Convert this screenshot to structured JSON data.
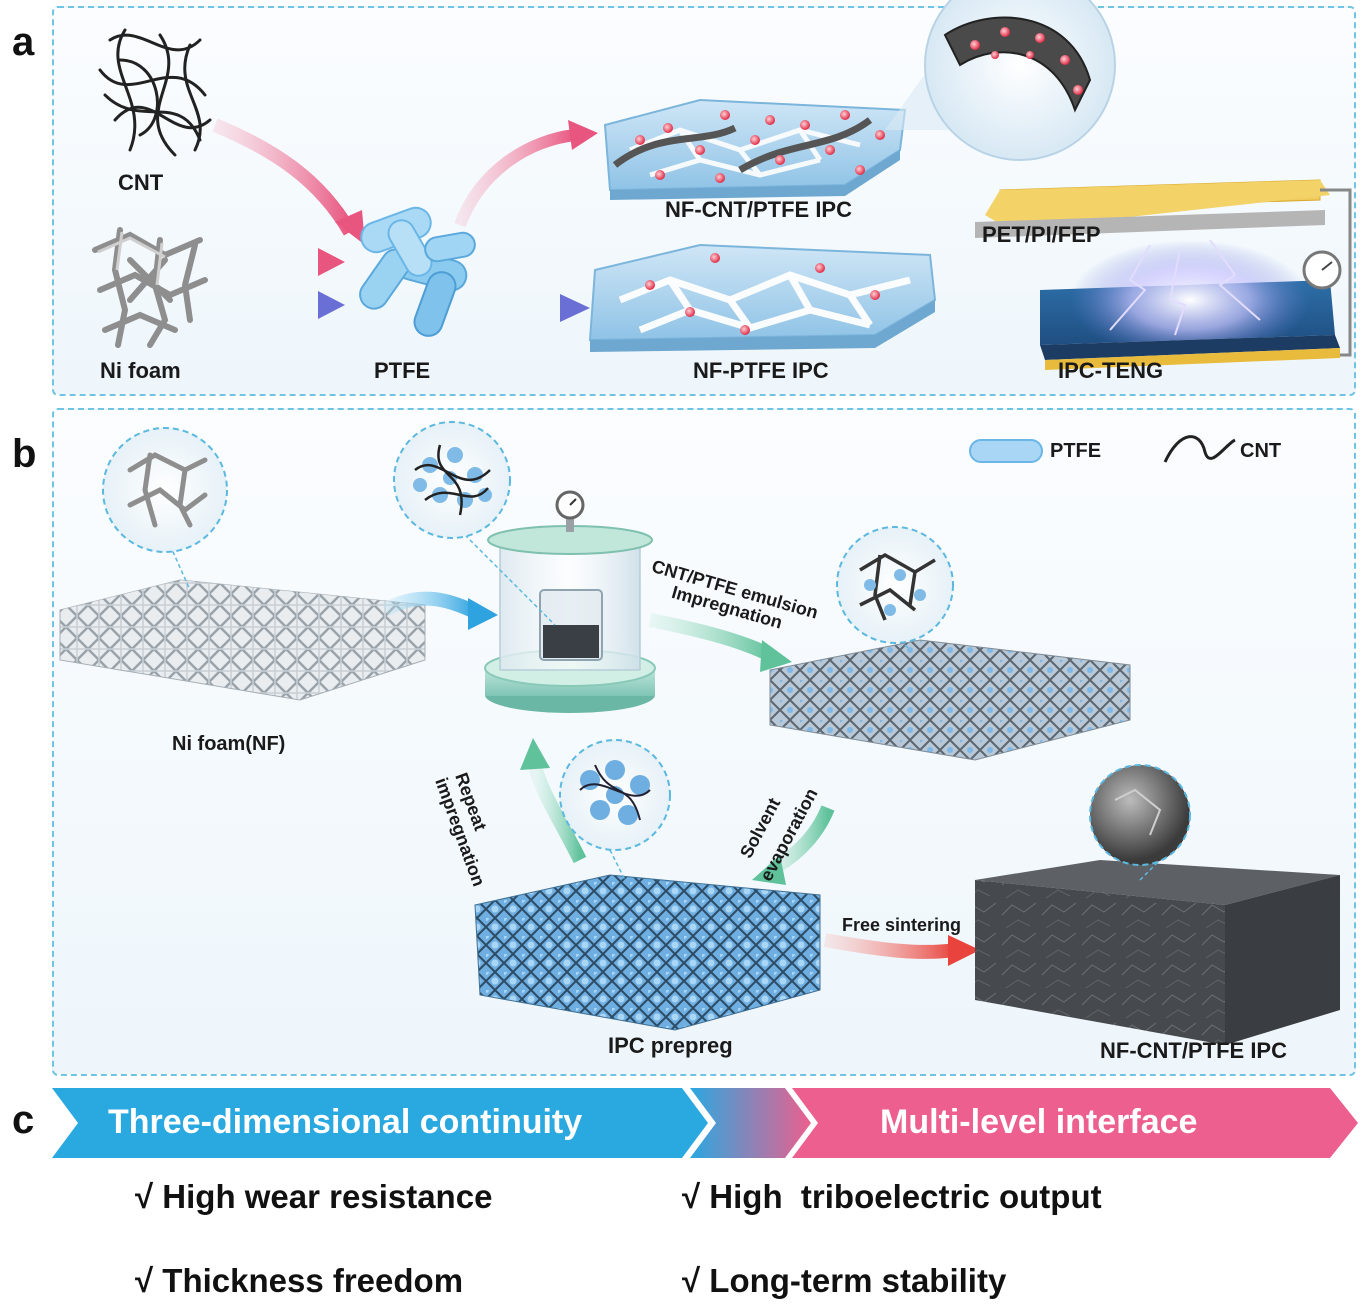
{
  "panels": {
    "a": "a",
    "b": "b",
    "c": "c"
  },
  "panel_a": {
    "cnt": "CNT",
    "ni_foam": "Ni foam",
    "ptfe": "PTFE",
    "nf_cnt_ptfe_ipc": "NF-CNT/PTFE IPC",
    "nf_ptfe_ipc": "NF-PTFE IPC",
    "pet_pi_fep": "PET/PI/FEP",
    "ipc_teng": "IPC-TENG"
  },
  "panel_b": {
    "legend_ptfe": "PTFE",
    "legend_cnt": "CNT",
    "ni_foam_nf": "Ni foam(NF)",
    "emulsion_line1": "CNT/PTFE emulsion",
    "emulsion_line2": "Impregnation",
    "repeat_line1": "Repeat",
    "repeat_line2": "impregnation",
    "solvent_line1": "Solvent",
    "solvent_line2": "evaporation",
    "free_sintering": "Free sintering",
    "ipc_prepreg": "IPC prepreg",
    "nf_cnt_ptfe_ipc": "NF-CNT/PTFE IPC"
  },
  "panel_c": {
    "banner_left": "Three-dimensional continuity",
    "banner_right": "Multi-level interface",
    "items": [
      "√ High wear resistance",
      "√ Thickness freedom",
      "√ High  triboelectric output",
      "√ Long-term stability"
    ]
  },
  "colors": {
    "frame": "#6fc3e3",
    "ptfe_blue": "#8ccbf0",
    "pink_arrow": "#e8557f",
    "blue_arrow": "#6a6fd6",
    "teal_arrow": "#6cc7a4",
    "red_arrow": "#e8433c",
    "banner_blue": "#2aa8e0",
    "banner_pink": "#ec5f8e"
  }
}
